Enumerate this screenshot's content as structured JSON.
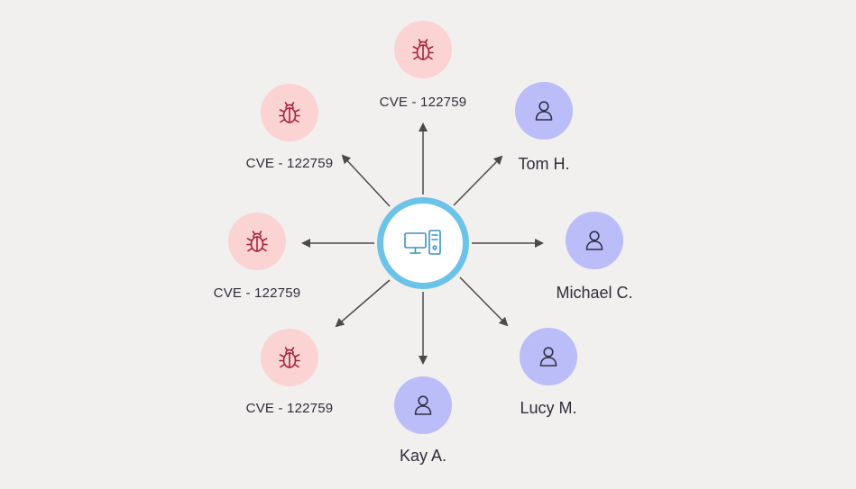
{
  "diagram": {
    "center": {
      "icon": "desktop-computer-icon"
    },
    "nodes": [
      {
        "id": "cve-top",
        "kind": "vulnerability",
        "label": "CVE - 122759",
        "icon": "bug-icon"
      },
      {
        "id": "cve-upper-left",
        "kind": "vulnerability",
        "label": "CVE - 122759",
        "icon": "bug-icon"
      },
      {
        "id": "cve-left",
        "kind": "vulnerability",
        "label": "CVE - 122759",
        "icon": "bug-icon"
      },
      {
        "id": "cve-lower-left",
        "kind": "vulnerability",
        "label": "CVE - 122759",
        "icon": "bug-icon"
      },
      {
        "id": "user-tom",
        "kind": "user",
        "label": "Tom H.",
        "icon": "user-icon"
      },
      {
        "id": "user-michael",
        "kind": "user",
        "label": "Michael C.",
        "icon": "user-icon"
      },
      {
        "id": "user-lucy",
        "kind": "user",
        "label": "Lucy M.",
        "icon": "user-icon"
      },
      {
        "id": "user-kay",
        "kind": "user",
        "label": "Kay A.",
        "icon": "user-icon"
      }
    ],
    "colors": {
      "background": "#f2efef",
      "vulnerability_fill": "#fbd3d3",
      "vulnerability_icon": "#a3243b",
      "user_fill": "#babdf7",
      "user_icon": "#2f3147",
      "center_ring": "#6cc3ea",
      "center_fill": "#ffffff",
      "center_icon": "#3a93c1",
      "edge": "#4a4a4a",
      "label_text": "#2f2f3a"
    }
  }
}
